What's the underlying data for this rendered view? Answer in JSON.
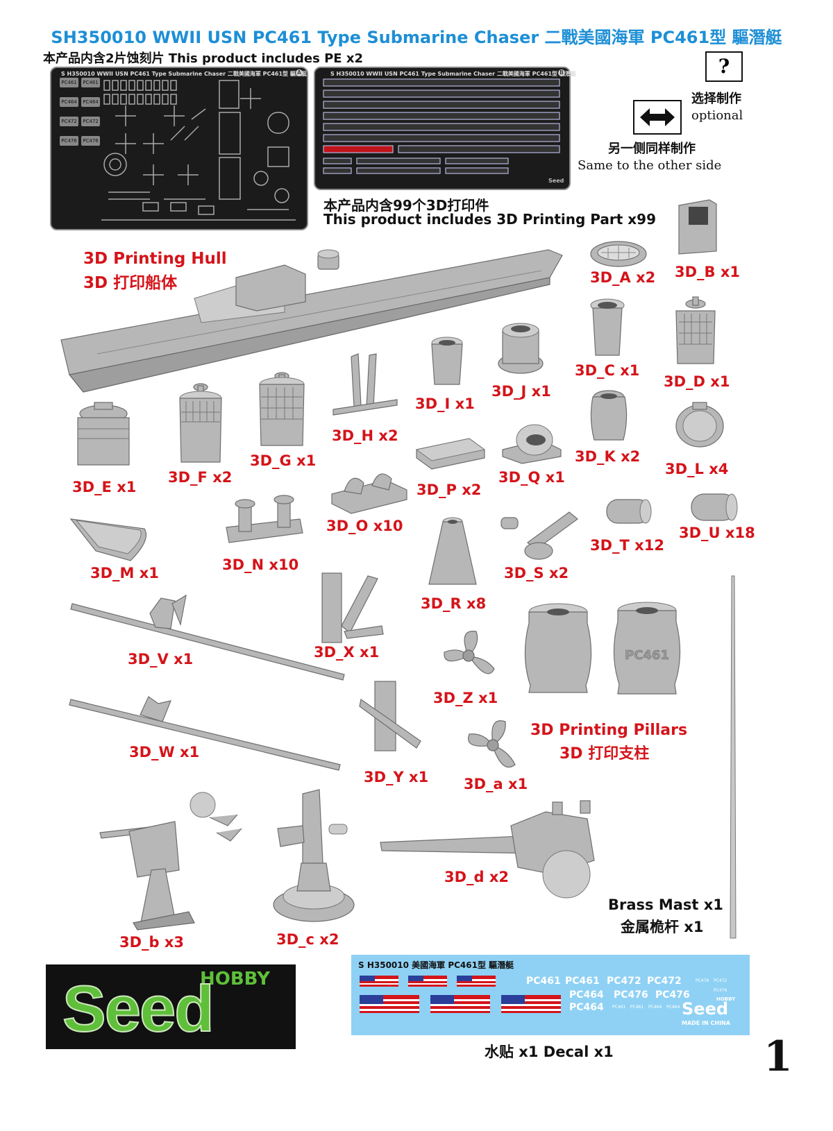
{
  "header": {
    "title": "SH350010 WWII USN PC461 Type Submarine Chaser 二戰美國海軍 PC461型 驅潛艇",
    "pe_note": "本产品内含2片蚀刻片 This product includes PE x2",
    "print_note_cn": "本产品内含99个3D打印件",
    "print_note_en": "This product includes 3D Printing Part x99"
  },
  "legend": {
    "question_symbol": "?",
    "optional_cn": "选择制作",
    "optional_en": "optional",
    "same_cn": "另一侧同样制作",
    "same_en": "Same to the other side"
  },
  "pe_sheets": {
    "a_title": "S H350010 WWII USN PC461 Type Submarine Chaser 二戰美國海軍 PC461型 驅潛艇",
    "a_letter": "A",
    "a_labels": [
      "PC461",
      "PC461",
      "PC464",
      "PC464",
      "PC472",
      "PC472",
      "PC476",
      "PC476"
    ],
    "b_title": "S H350010 WWII USN PC461 Type Submarine Chaser 二戰美國海軍 PC461型 驅潛艇",
    "b_letter": "B",
    "brand": "Seed"
  },
  "parts": {
    "hull_en": "3D Printing Hull",
    "hull_cn": "3D 打印船体",
    "A": "3D_A x2",
    "B": "3D_B x1",
    "C": "3D_C x1",
    "D": "3D_D x1",
    "E": "3D_E x1",
    "F": "3D_F x2",
    "G": "3D_G x1",
    "H": "3D_H x2",
    "I": "3D_I x1",
    "J": "3D_J x1",
    "K": "3D_K x2",
    "L": "3D_L x4",
    "M": "3D_M x1",
    "N": "3D_N x10",
    "O": "3D_O x10",
    "P": "3D_P x2",
    "Q": "3D_Q x1",
    "R": "3D_R x8",
    "S": "3D_S x2",
    "T": "3D_T x12",
    "U": "3D_U x18",
    "V": "3D_V x1",
    "W": "3D_W x1",
    "X": "3D_X x1",
    "Y": "3D_Y x1",
    "Z": "3D_Z x1",
    "a": "3D_a x1",
    "b": "3D_b x3",
    "c": "3D_c x2",
    "d": "3D_d x2",
    "pillars_en": "3D Printing Pillars",
    "pillars_cn": "3D 打印支柱",
    "pillar_mark": "PC461",
    "mast_en": "Brass Mast x1",
    "mast_cn": "金属桅杆 x1"
  },
  "decal": {
    "title": "S H350010 美國海軍 PC461型 驅潛艇",
    "row1": [
      "PC461",
      "PC461",
      "PC472",
      "PC472"
    ],
    "row2": [
      "PC464",
      "PC476",
      "PC476"
    ],
    "row3": [
      "PC464"
    ],
    "tiny1": [
      "PC476",
      "PC472"
    ],
    "tiny2": [
      "PC476"
    ],
    "tiny3": [
      "PC461",
      "PC461",
      "PC464",
      "PC464"
    ],
    "brand_hobby": "HOBBY",
    "brand": "Seed",
    "made": "MADE IN CHINA",
    "caption": "水贴 x1 Decal x1"
  },
  "logo": {
    "hobby": "HOBBY",
    "seed": "Seed"
  },
  "page_number": "1",
  "colors": {
    "title_blue": "#1d8fd6",
    "label_red": "#d4141a",
    "decal_blue": "#8fd1f4",
    "logo_green": "#5fbf3a"
  }
}
